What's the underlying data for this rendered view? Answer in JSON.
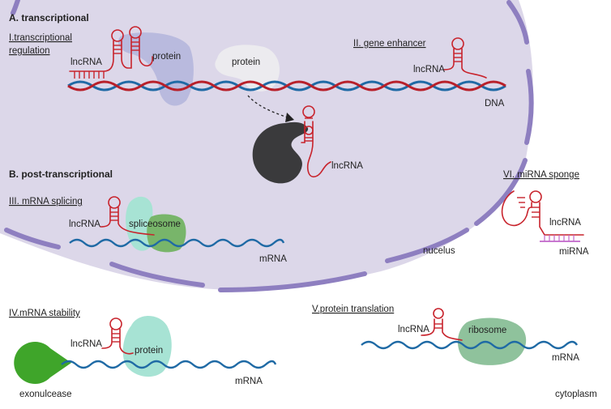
{
  "headings": {
    "transcriptional": "A. transcriptional",
    "post_transcriptional": "B. post-transcriptional"
  },
  "sections": {
    "s1_line1": "I.transcriptional",
    "s1_line2": "regulation",
    "s2": "II. gene enhancer",
    "s3": "III. mRNA splicing",
    "s4": "IV.mRNA stability",
    "s5": "V.protein translation",
    "s6": "VI. miRNA sponge"
  },
  "labels": {
    "lncrna_1": "lncRNA",
    "protein_1": "protein",
    "protein_2": "protein",
    "lncrna_2": "lncRNA",
    "dna": "DNA",
    "lncrna_3": "lncRNA",
    "lncrna_4": "lncRNA",
    "spliceosome": "spliceosome",
    "mrna_1": "mRNA",
    "nucleus": "nucelus",
    "lncrna_6": "lncRNA",
    "mirna": "miRNA",
    "lncrna_5": "lncRNA",
    "protein_3": "protein",
    "mrna_2": "mRNA",
    "exonuclease": "exonulcease",
    "lncrna_7": "lncRNA",
    "ribosome": "ribosome",
    "mrna_3": "mRNA",
    "cytoplasm": "cytoplasm"
  },
  "colors": {
    "nucleus_fill": "#dcd7e9",
    "membrane": "#8e7fc0",
    "lncrna": "#c8232c",
    "mrna": "#1f6aa5",
    "dna_red": "#b8202a",
    "protein_blue": "#b3b5dc",
    "protein_grey": "#ecebef",
    "spliceosome_teal": "#a7e3d4",
    "spliceosome_green": "#78b56a",
    "exonuclease": "#3fa52a",
    "ribosome": "#8fc29c",
    "mirna": "#c066c9",
    "dark_protein": "#3a3a3c"
  }
}
